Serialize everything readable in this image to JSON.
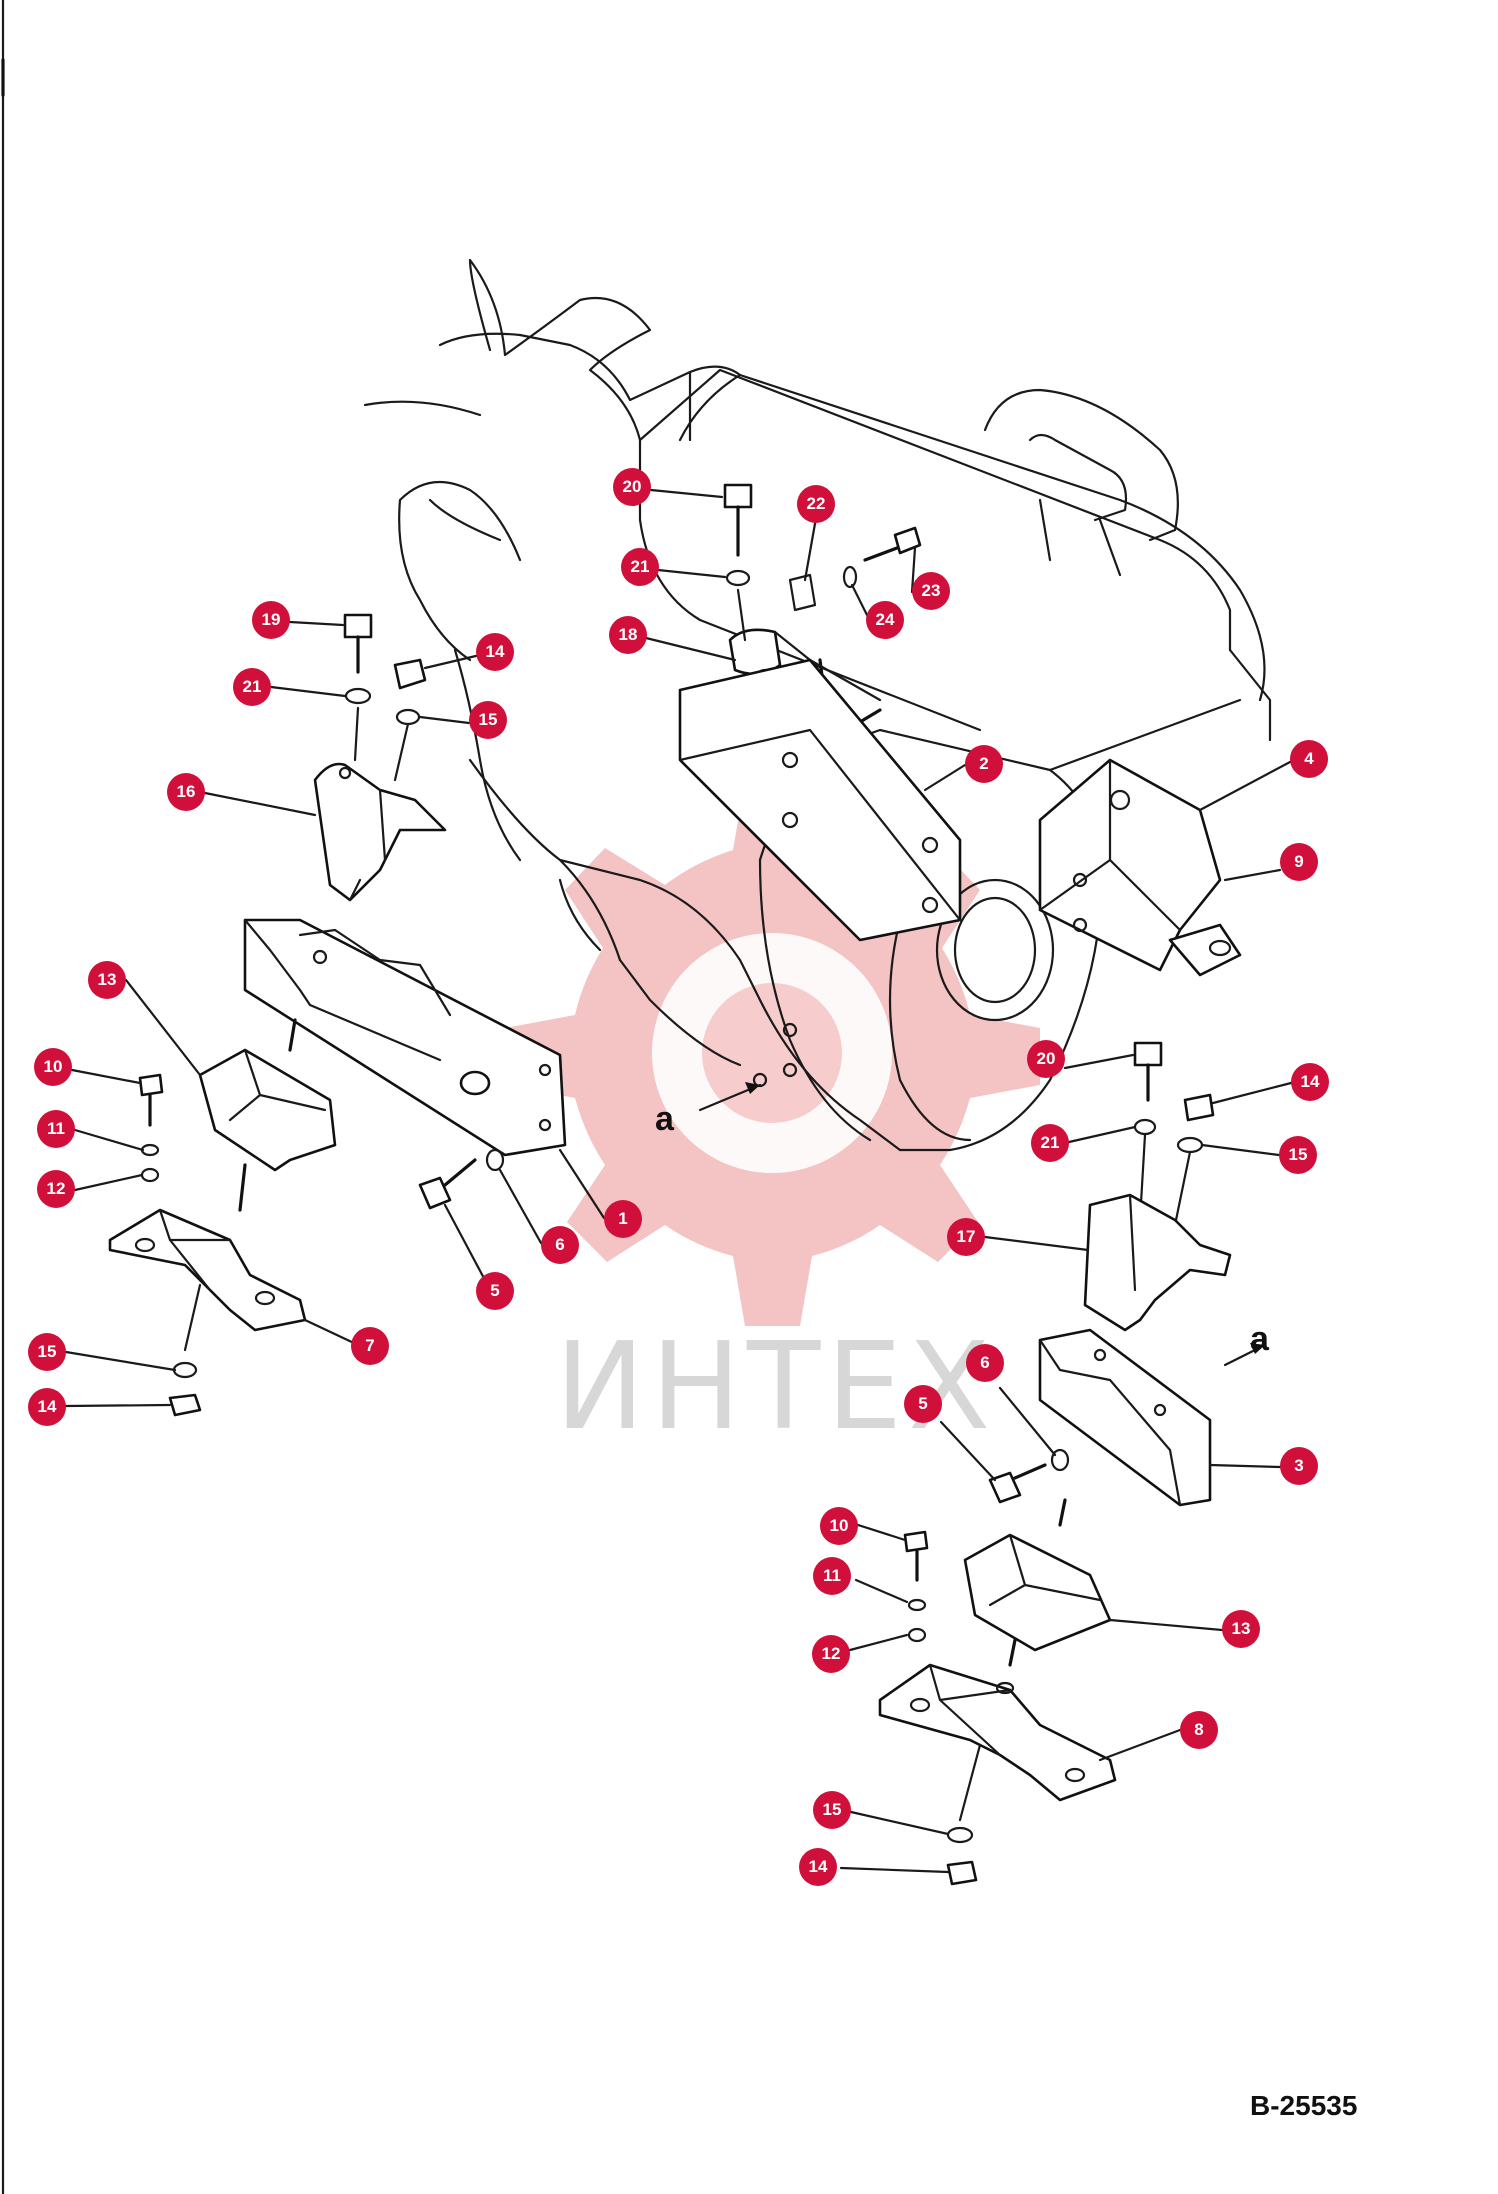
{
  "watermark": {
    "text": "ИНТЕХ",
    "gear_color": "#f2b9b9",
    "text_color": "#d7d7d7"
  },
  "drawing_code": "B-25535",
  "page_number": "",
  "view_marker": "a",
  "colors": {
    "callout": "#d0103a",
    "ink": "#111111",
    "background": "#ffffff"
  },
  "callouts": [
    {
      "id": "c20-top",
      "label": "20"
    },
    {
      "id": "c22-top",
      "label": "22"
    },
    {
      "id": "c21-top",
      "label": "21"
    },
    {
      "id": "c23-top",
      "label": "23"
    },
    {
      "id": "c24-top",
      "label": "24"
    },
    {
      "id": "c18-top",
      "label": "18"
    },
    {
      "id": "c19-left",
      "label": "19"
    },
    {
      "id": "c14-left-top",
      "label": "14"
    },
    {
      "id": "c21-left",
      "label": "21"
    },
    {
      "id": "c15-left-top",
      "label": "15"
    },
    {
      "id": "c16-left",
      "label": "16"
    },
    {
      "id": "c2",
      "label": "2"
    },
    {
      "id": "c4",
      "label": "4"
    },
    {
      "id": "c9",
      "label": "9"
    },
    {
      "id": "c13-left",
      "label": "13"
    },
    {
      "id": "c10-left",
      "label": "10"
    },
    {
      "id": "c11-left",
      "label": "11"
    },
    {
      "id": "c12-left",
      "label": "12"
    },
    {
      "id": "c1",
      "label": "1"
    },
    {
      "id": "c6-left",
      "label": "6"
    },
    {
      "id": "c5-left",
      "label": "5"
    },
    {
      "id": "c7",
      "label": "7"
    },
    {
      "id": "c15-left-bottom",
      "label": "15"
    },
    {
      "id": "c14-left-bottom",
      "label": "14"
    },
    {
      "id": "c20-right",
      "label": "20"
    },
    {
      "id": "c14-right-top",
      "label": "14"
    },
    {
      "id": "c21-right",
      "label": "21"
    },
    {
      "id": "c15-right-top",
      "label": "15"
    },
    {
      "id": "c17",
      "label": "17"
    },
    {
      "id": "c6-right",
      "label": "6"
    },
    {
      "id": "c5-right",
      "label": "5"
    },
    {
      "id": "c3",
      "label": "3"
    },
    {
      "id": "c10-right",
      "label": "10"
    },
    {
      "id": "c11-right",
      "label": "11"
    },
    {
      "id": "c12-right",
      "label": "12"
    },
    {
      "id": "c13-right",
      "label": "13"
    },
    {
      "id": "c8",
      "label": "8"
    },
    {
      "id": "c15-right-bottom",
      "label": "15"
    },
    {
      "id": "c14-right-bottom",
      "label": "14"
    }
  ]
}
